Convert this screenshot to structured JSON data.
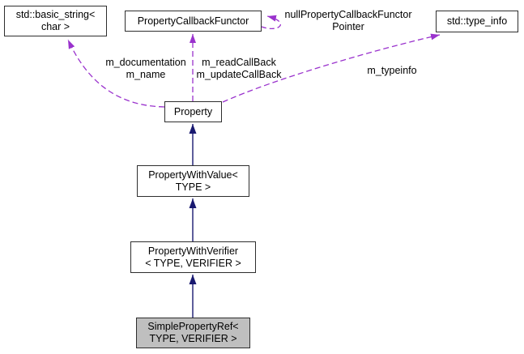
{
  "diagram": {
    "type": "doxygen-collaboration-graph",
    "colors": {
      "background": "#ffffff",
      "inheritance_edge": "#191970",
      "usage_edge": "#9a32cd",
      "node_border": "#2e2e2e",
      "node_fill": "#ffffff",
      "current_node_fill": "#bfbfbf",
      "text": "#000000"
    },
    "nodes": {
      "basic_string": {
        "label": "std::basic_string<\nchar >"
      },
      "callback_functor": {
        "label": "PropertyCallbackFunctor"
      },
      "type_info": {
        "label": "std::type_info"
      },
      "property": {
        "label": "Property"
      },
      "with_value": {
        "label": "PropertyWithValue<\nTYPE >"
      },
      "with_verifier": {
        "label": "PropertyWithVerifier\n< TYPE, VERIFIER >"
      },
      "simple_property_ref": {
        "label": "SimplePropertyRef<\nTYPE, VERIFIER >"
      }
    },
    "edge_labels": {
      "documentation": "m_documentation\nm_name",
      "callbacks": "m_readCallBack\nm_updateCallBack",
      "null_pointer": "nullPropertyCallbackFunctor\nPointer",
      "typeinfo": "m_typeinfo"
    },
    "edges": [
      {
        "from": "simple_property_ref",
        "to": "with_verifier",
        "kind": "inheritance"
      },
      {
        "from": "with_verifier",
        "to": "with_value",
        "kind": "inheritance"
      },
      {
        "from": "with_value",
        "to": "property",
        "kind": "inheritance"
      },
      {
        "from": "property",
        "to": "basic_string",
        "kind": "usage",
        "label": "m_documentation\nm_name"
      },
      {
        "from": "property",
        "to": "callback_functor",
        "kind": "usage",
        "label": "m_readCallBack\nm_updateCallBack"
      },
      {
        "from": "property",
        "to": "type_info",
        "kind": "usage",
        "label": "m_typeinfo"
      },
      {
        "from": "callback_functor",
        "to": "callback_functor",
        "kind": "usage",
        "label": "nullPropertyCallbackFunctor\nPointer"
      }
    ]
  }
}
